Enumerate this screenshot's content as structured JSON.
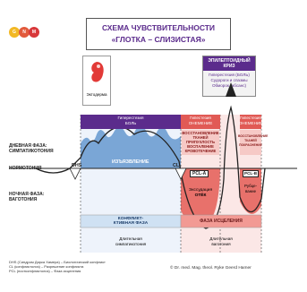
{
  "logo": {
    "letters": [
      "G",
      "N",
      "M"
    ]
  },
  "title": {
    "line1": "СХЕМА ЧУВСТВИТЕЛЬНОСТИ",
    "line2": "«ГЛОТКА – СЛИЗИСТАЯ»"
  },
  "embryo": {
    "label": "Эктодерма"
  },
  "crisis": {
    "title": "ЭПИЛЕПТОИДНЫЙ КРИЗ",
    "lines": [
      "Гиперестезия (БОЛЬ)",
      "Судороги и спазмы",
      "Обморок (абсанс)"
    ]
  },
  "left_labels": {
    "day_phase": "ДНЕВНАЯ ФАЗА:",
    "sympathicotonia": "СИМПАТИКОТОНИЯ",
    "normotonia": "НОРМОТОНИЯ",
    "night_phase": "НОЧНАЯ ФАЗА:",
    "vagotonia": "ВАГОТОНИЯ"
  },
  "segments": {
    "ca_header_line1": "Гиперестезия",
    "ca_header_line2": "БОЛЬ",
    "pcl_a_header_line1": "Гипестезия",
    "pcl_a_header_line2": "ОНЕМЕНИЕ",
    "pcl_b_header_line1": "Гипестезия",
    "pcl_b_header_line2": "ОНЕМЕНИЕ"
  },
  "diagram_labels": {
    "dhs": "DHS",
    "isolation": "ИЗЪЯЗВЛЕНИЕ",
    "cl": "CL",
    "pcl_a": "PCL-A",
    "pcl_b": "PCL-B",
    "exudation_line1": "Экссудация",
    "exudation_line2": "ОТЁК",
    "scarring_line1": "Рубце-",
    "scarring_line2": "вание"
  },
  "restoration_a": [
    "ВОССТАНОВЛЕНИЕ",
    "ТКАНЕЙ",
    "ПРИПУХЛОСТЬ",
    "ВОСПАЛЕНИЕ",
    "КРОВОТЕЧЕНИЕ"
  ],
  "restoration_b": [
    "ВОССТАНОВЛЕНИЕ",
    "ТКАНЕЙ",
    "ПОКРАСНЕНИЕ"
  ],
  "bottom": {
    "conflict_active_line1": "КОНФЛИКТ-",
    "conflict_active_line2": "КТИВНАЯ ФАЗА",
    "healing_phase": "ФАЗА ИСЦЕЛЕНИЯ",
    "long_sympathicotonia_line1": "Длительная",
    "long_sympathicotonia_line2": "симпатикотония",
    "long_vagotonia_line1": "Длительная",
    "long_vagotonia_line2": "ваготония"
  },
  "footnotes": [
    "DHS (Синдром Дирка Хамера) – Биологический конфликт",
    "CL (конфликтолиз) – Разрешение конфликта",
    "PCL (постконфликтолиз) – Фаза исцеления"
  ],
  "copyright": "© Dr. med. Mag. theol. Ryke Geerd Hamer",
  "colors": {
    "purple": "#5b2b8c",
    "blue": "#7aa6d6",
    "light_blue": "#cfe1f3",
    "red": "#e15a55",
    "salmon": "#f29a94",
    "pink": "#f6c9c6"
  }
}
